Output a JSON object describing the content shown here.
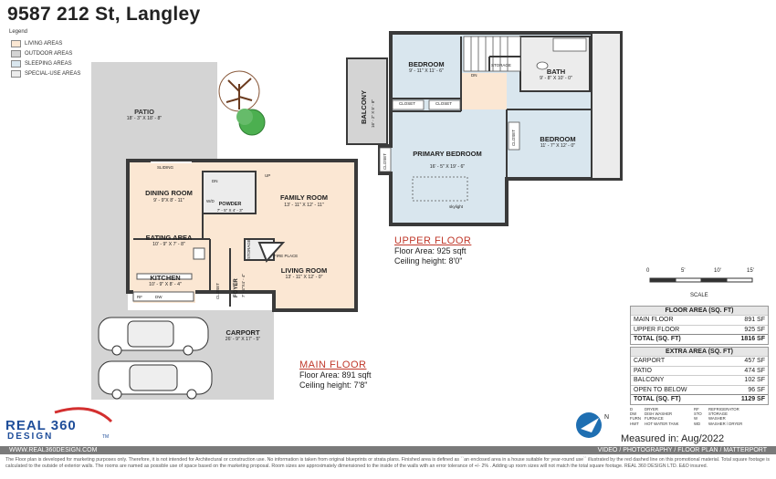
{
  "title": "9587 212 St, Langley",
  "legend": {
    "title": "Legend",
    "items": [
      {
        "label": "LIVING AREAS",
        "color": "#fbe7d3"
      },
      {
        "label": "OUTDOOR AREAS",
        "color": "#d4d4d4"
      },
      {
        "label": "SLEEPING AREAS",
        "color": "#d9e6ee"
      },
      {
        "label": "SPECIAL-USE AREAS",
        "color": "#ececec"
      }
    ]
  },
  "colors": {
    "living": "#fbe7d3",
    "outdoor": "#d4d4d4",
    "sleeping": "#d9e6ee",
    "special": "#ececec",
    "wall": "#3a3a3a",
    "heading_red": "#c0392b"
  },
  "main_floor": {
    "heading": "MAIN FLOOR",
    "area": "Floor Area: 891 sqft",
    "ceiling": "Ceiling height: 7'8\"",
    "rooms": {
      "patio": {
        "name": "PATIO",
        "dims": "18' - 3\" X 18' - 8\""
      },
      "dining": {
        "name": "DINING ROOM",
        "dims": "9' - 9\"X 8' - 11\""
      },
      "family": {
        "name": "FAMILY ROOM",
        "dims": "13' - 11\" X 12' - 11\""
      },
      "powder": {
        "name": "POWDER",
        "dims": "7' - 5\" X 4' - 3\""
      },
      "eating": {
        "name": "EATING AREA",
        "dims": "10' - 9\" X 7' - 8\""
      },
      "kitchen": {
        "name": "KITCHEN",
        "dims": "10' - 9\" X 8' - 4\""
      },
      "living": {
        "name": "LIVING ROOM",
        "dims": "13' - 11\" X 12' - 0\""
      },
      "foyer": {
        "name": "FOYER",
        "dims": "7' - 4\"X4' - 4\""
      },
      "carport": {
        "name": "CARPORT",
        "dims": "26' - 9\" X 17' - 5\""
      }
    },
    "labels": {
      "sliding": "SLIDING",
      "dn": "DN",
      "up": "UP",
      "wd": "W/D",
      "storage": "STORAGE",
      "fireplace": "FIRE PLACE",
      "closet": "CLOSET",
      "rf": "RF",
      "dw": "DW"
    }
  },
  "upper_floor": {
    "heading": "UPPER FLOOR",
    "area": "Floor Area: 925 sqft",
    "ceiling": "Ceiling height: 8'0\"",
    "rooms": {
      "bedroom1": {
        "name": "BEDROOM",
        "dims": "9' - 11\" X 11' - 6\""
      },
      "bath": {
        "name": "BATH",
        "dims": "9' - 8\" X 10' - 0\""
      },
      "balcony": {
        "name": "BALCONY",
        "dims": "16' - 2\" X 5' - 8\""
      },
      "primary": {
        "name": "PRIMARY BEDROOM",
        "dims": "16' - 5\" X 19' - 6\""
      },
      "bedroom2": {
        "name": "BEDROOM",
        "dims": "11' - 7\" X 12' - 0\""
      }
    },
    "labels": {
      "storage": "STORAGE",
      "closet": "CLOSET",
      "dn": "DN",
      "skylight": "skylight"
    }
  },
  "scale": {
    "ticks": [
      "0",
      "5'",
      "10'",
      "15'"
    ],
    "label": "SCALE"
  },
  "floor_area_table": {
    "header": "FLOOR AREA (SQ. FT)",
    "rows": [
      {
        "name": "MAIN FLOOR",
        "value": "891 SF"
      },
      {
        "name": "UPPER FLOOR",
        "value": "925 SF"
      }
    ],
    "total": {
      "name": "TOTAL (SQ. FT)",
      "value": "1816 SF"
    }
  },
  "extra_area_table": {
    "header": "EXTRA AREA (SQ. FT)",
    "rows": [
      {
        "name": "CARPORT",
        "value": "457 SF"
      },
      {
        "name": "PATIO",
        "value": "474 SF"
      },
      {
        "name": "BALCONY",
        "value": "102 SF"
      },
      {
        "name": "OPEN TO BELOW",
        "value": "96 SF"
      }
    ],
    "total": {
      "name": "TOTAL (SQ. FT)",
      "value": "1129 SF"
    }
  },
  "abbreviations": [
    [
      "D",
      "DRYER",
      "RF",
      "REFRIGERATOR"
    ],
    [
      "DW",
      "DISH WASHER",
      "STO",
      "STORAGE"
    ],
    [
      "FURN",
      "FURNACE",
      "W",
      "WASHER"
    ],
    [
      "HWT",
      "HOT WATER TANK",
      "WD",
      "WASHER / DRYER"
    ]
  ],
  "compass_label": "N",
  "measured": "Measured in: Aug/2022",
  "brand": {
    "line1": "REAL 360",
    "line2": "DESIGN",
    "tm": "TM"
  },
  "footer": {
    "url": "WWW.REAL360DESIGN.COM",
    "services": "VIDEO / PHOTOGRAPHY / FLOOR PLAN / MATTERPORT"
  },
  "disclaimer": "The Floor plan is developed for marketing purposes only. Therefore, it is not intended for Architectural or construction use. No information is taken from original blueprints or strata plans. Finished area is defined as ``an enclosed area in a house suitable for year-round use`` illustrated by the red dashed line on this promotional material. Total square footage is calculated to the outside of exterior walls. The rooms are named as possible use of space based on the marketing proposal. Room sizes are approximately dimensioned to the inside of the walls with an error tolerance of +/- 2% . Adding up room sizes will not match the total square footage. REAL 360 DESIGN LTD. E&O insured."
}
